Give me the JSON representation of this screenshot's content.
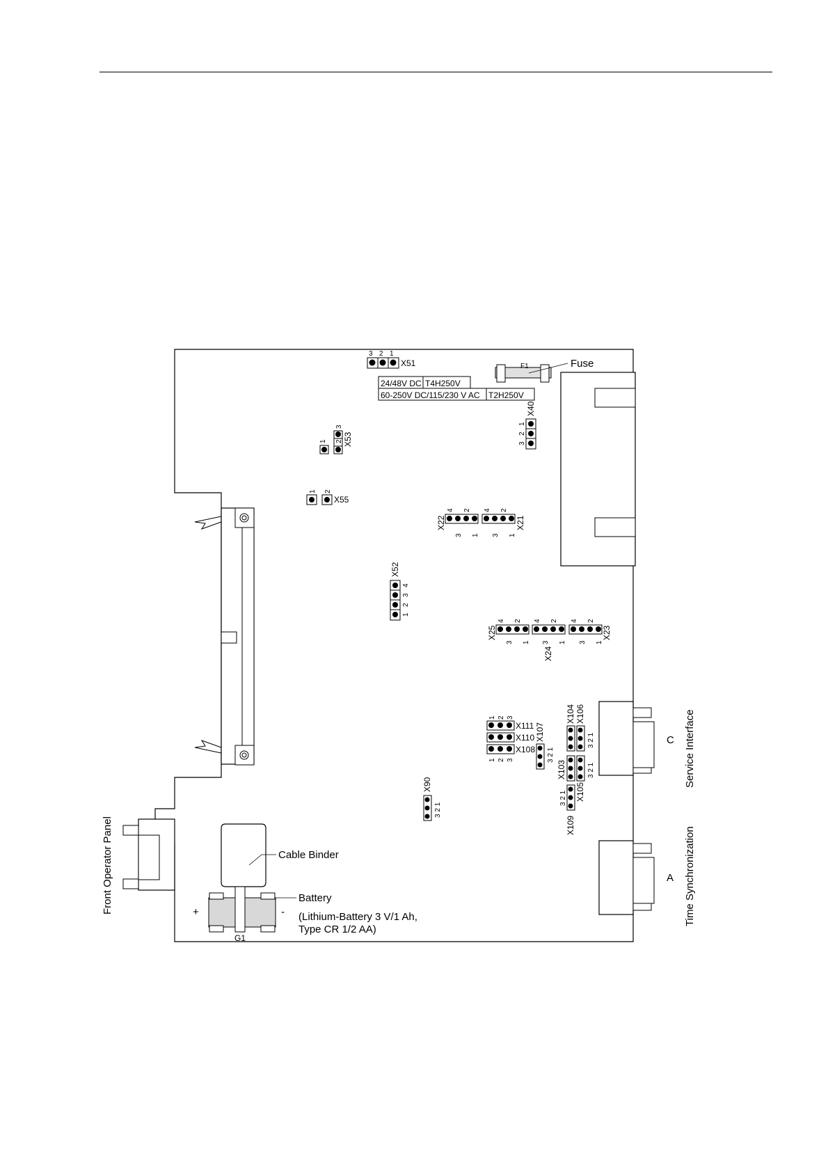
{
  "labels": {
    "fuse": "Fuse",
    "f1": "F1",
    "fuse_table": {
      "r1c1": "24/48V DC",
      "r1c2": "T4H250V",
      "r2c1": "60-250V DC/115/230 V AC",
      "r2c2": "T2H250V"
    },
    "cable_binder": "Cable Binder",
    "battery": "Battery",
    "battery_spec_1": "(Lithium-Battery 3 V/1 Ah,",
    "battery_spec_2": "Type CR 1/2 AA)",
    "g1": "G1",
    "plus": "+",
    "minus": "-",
    "port_c": "C",
    "port_a": "A",
    "service_interface": "Service Interface",
    "time_sync": "Time Synchronization",
    "front_panel": "Front Operator Panel"
  },
  "jumpers": {
    "x51": "X51",
    "x53": "X53",
    "x55": "X55",
    "x40": "X40",
    "x22": "X22",
    "x21": "X21",
    "x52": "X52",
    "x25": "X25",
    "x24": "X24",
    "x23": "X23",
    "x111": "X111",
    "x110": "X110",
    "x108": "X108",
    "x107": "X107",
    "x104": "X104",
    "x106": "X106",
    "x103": "X103",
    "x105": "X105",
    "x109": "X109",
    "x90": "X90"
  },
  "pins": {
    "p1": "1",
    "p2": "2",
    "p3": "3",
    "p4": "4",
    "p321": "3 2 1",
    "p123": "1 2 3",
    "p12": "1 2"
  }
}
